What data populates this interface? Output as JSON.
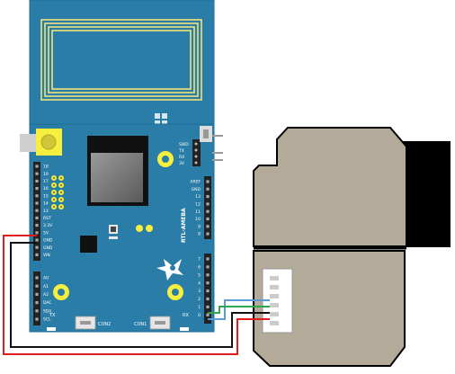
{
  "board": {
    "name": "RTL-AMEBA",
    "label_con2": "CON2",
    "label_con1": "CON1",
    "label_tx": "TX",
    "label_rx": "RX",
    "label_top_a": "SWD",
    "label_top_b": "TX",
    "label_top_c": "RX",
    "label_top_d": "3V",
    "left_header": [
      "18",
      "19",
      "17",
      "16",
      "15",
      "14",
      "13",
      "RST",
      "3.3V",
      "5V",
      "GND",
      "GND",
      "VIN"
    ],
    "analog_header": [
      "A0",
      "A1",
      "A2",
      "DAC",
      "SDA",
      "SCL"
    ],
    "right_header_top": [
      "AREF",
      "GND",
      "13",
      "12",
      "11",
      "10",
      "9",
      "8"
    ],
    "right_header_bottom": [
      "7",
      "6",
      "5",
      "4",
      "3",
      "2",
      "1",
      "0"
    ],
    "colors": {
      "board": "#2a7da6",
      "board_edge": "#1f6f99",
      "nfc_coil": "#f2e27a",
      "header": "#222222",
      "module": "#1d1d1d",
      "mount_hole": "#f6ef3f",
      "sensor_body": "#b3aa99",
      "sensor_dark": "#000000",
      "wire_red": "#e11b1b",
      "wire_black": "#111111",
      "wire_blue": "#5b9bd5",
      "wire_green": "#2ea84a"
    }
  }
}
